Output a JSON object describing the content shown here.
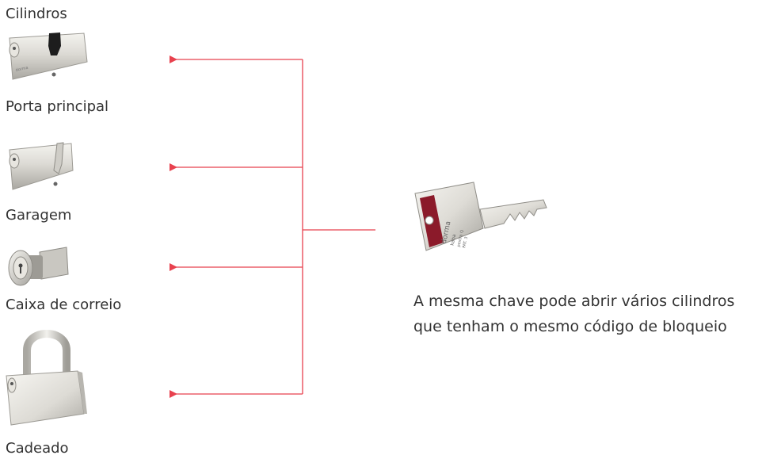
{
  "title": "Cilindros",
  "items": [
    {
      "label": "Porta principal",
      "icon": "euro-cylinder-lock-icon"
    },
    {
      "label": "Garagem",
      "icon": "half-cylinder-lock-icon"
    },
    {
      "label": "Caixa de correio",
      "icon": "cam-lock-icon"
    },
    {
      "label": "Cadeado",
      "icon": "padlock-icon"
    }
  ],
  "key": {
    "icon": "key-icon",
    "brand_text": [
      "dorma",
      "kaba",
      "pextra Q",
      "PAT. 3"
    ]
  },
  "caption": {
    "line1": "A mesma chave pode abrir vários cilindros",
    "line2": "que tenham o mesmo código de bloqueio"
  },
  "colors": {
    "connector": "#e8414e",
    "key_insert": "#8b1a2a",
    "metal": "#d8d6d0"
  }
}
